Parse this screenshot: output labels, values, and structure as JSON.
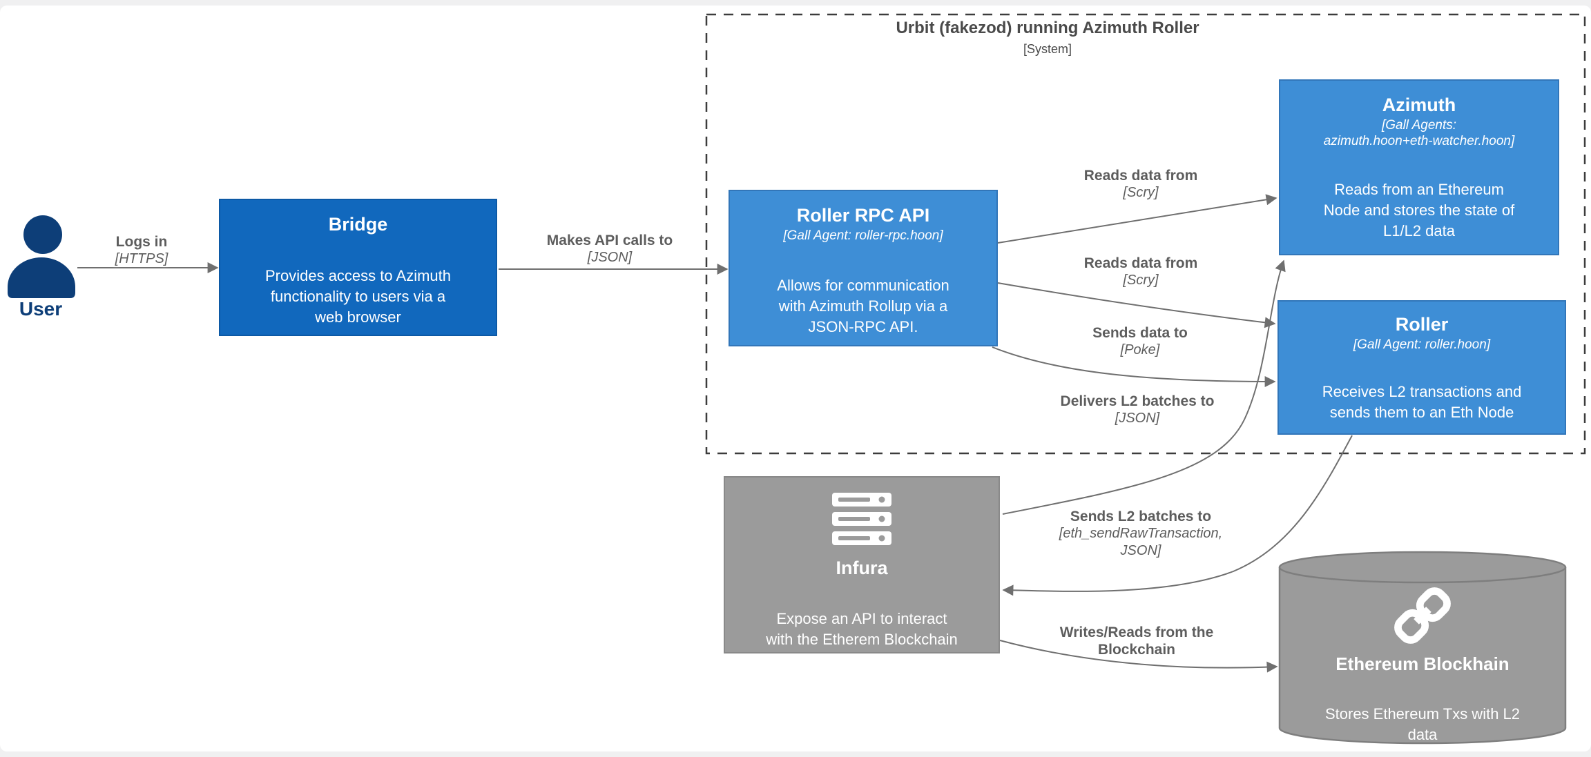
{
  "boundary": {
    "title": "Urbit (fakezod) running Azimuth Roller",
    "subtitle": "[System]"
  },
  "nodes": {
    "user": {
      "label": "User"
    },
    "bridge": {
      "title": "Bridge",
      "description_lines": [
        "Provides access to Azimuth",
        "functionality to users via a",
        "web browser"
      ]
    },
    "roller_rpc": {
      "title": "Roller RPC API",
      "subtitle": "[Gall Agent: roller-rpc.hoon]",
      "description_lines": [
        "Allows for communication",
        "with Azimuth Rollup via a",
        "JSON-RPC API."
      ]
    },
    "azimuth": {
      "title": "Azimuth",
      "subtitle_lines": [
        "[Gall Agents:",
        "azimuth.hoon+eth-watcher.hoon]"
      ],
      "description_lines": [
        "Reads from an Ethereum",
        "Node and stores the state of",
        "L1/L2 data"
      ]
    },
    "roller": {
      "title": "Roller",
      "subtitle": "[Gall Agent: roller.hoon]",
      "description_lines": [
        "Receives L2 transactions and",
        "sends them to an Eth Node"
      ]
    },
    "infura": {
      "title": "Infura",
      "description_lines": [
        "Expose an API to interact",
        "with the Etherem Blockchain"
      ]
    },
    "ethereum": {
      "title": "Ethereum Blockhain",
      "description_lines": [
        "Stores Ethereum Txs with L2",
        "data"
      ]
    }
  },
  "edges": {
    "login": {
      "label": "Logs in",
      "protocol": "[HTTPS]"
    },
    "api_calls": {
      "label": "Makes API calls to",
      "protocol": "[JSON]"
    },
    "reads_azimuth": {
      "label": "Reads data from",
      "protocol": "[Scry]"
    },
    "reads_roller": {
      "label": "Reads data from",
      "protocol": "[Scry]"
    },
    "sends_data": {
      "label": "Sends data to",
      "protocol": "[Poke]"
    },
    "delivers_batches": {
      "label": "Delivers L2 batches to",
      "protocol": "[JSON]"
    },
    "sends_batches": {
      "label": "Sends L2 batches to",
      "protocol_lines": [
        "[eth_sendRawTransaction,",
        "JSON]"
      ]
    },
    "writes_reads": {
      "label_lines": [
        "Writes/Reads from the",
        "Blockchain"
      ]
    }
  },
  "colors": {
    "system_blue": "#1168bd",
    "container_blue": "#3e8ed6",
    "external_gray": "#9b9b9b",
    "person_navy": "#0d3e78",
    "line_gray": "#6f6f6f",
    "label_gray": "#5d5d5d",
    "page_background": "#f0f0f1",
    "canvas_white": "#ffffff"
  }
}
